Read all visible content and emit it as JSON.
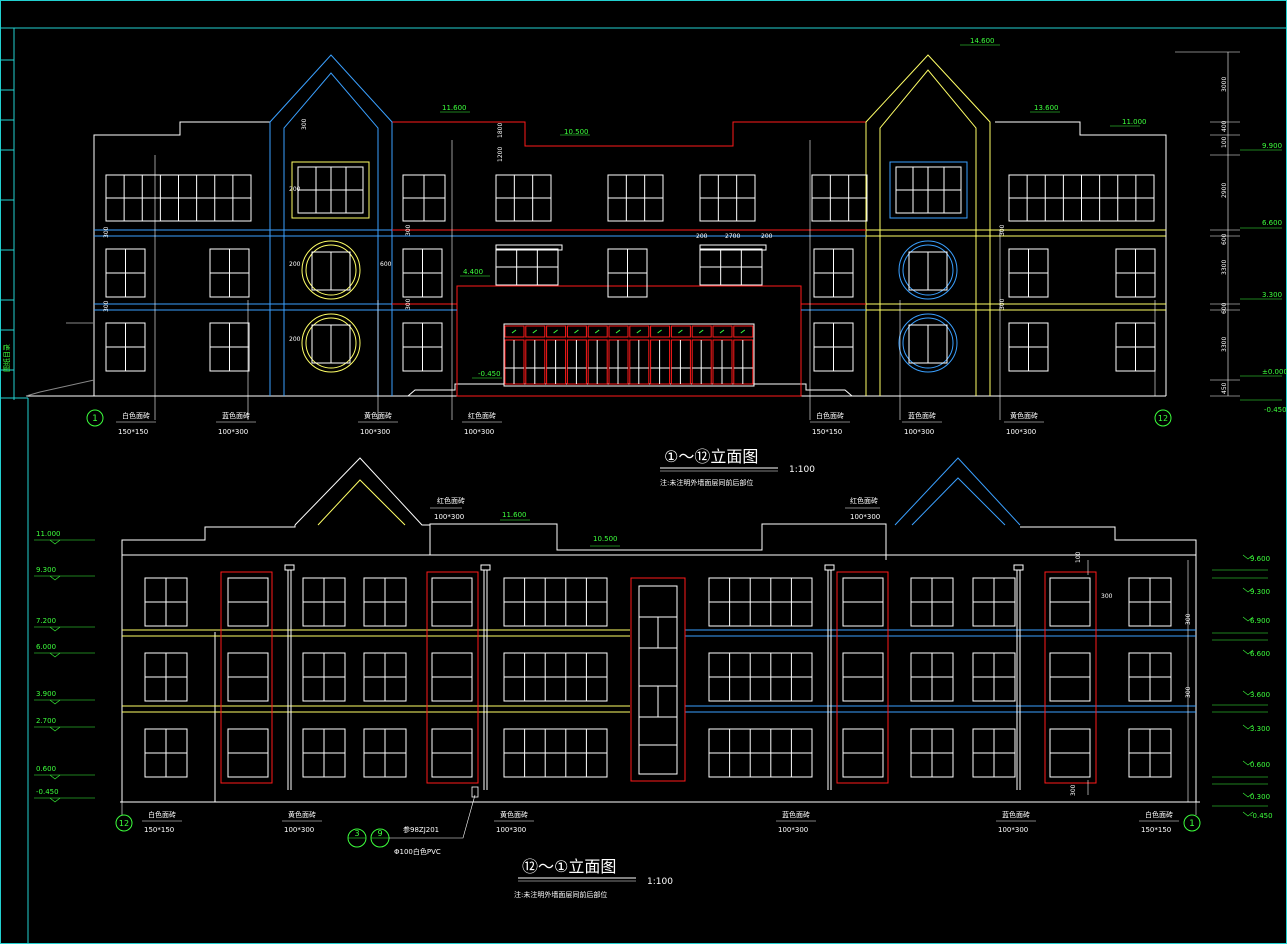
{
  "colors": {
    "background": "#000000",
    "outline": "#ffffff",
    "red": "#ff1a1a",
    "blue": "#3aa0ff",
    "yellow": "#ffff66",
    "green": "#33ff33",
    "cyan": "#22d0d0"
  },
  "side_tab": {
    "label": "图纸目录"
  },
  "top_elevation": {
    "title": "①～⑫立面图",
    "scale": "1:100",
    "note": "注:未注明外墙面层同前后部位",
    "axis_left": "1",
    "axis_right": "12",
    "levels": {
      "roof_peak": "14.600",
      "left_roof": "11.600",
      "mid_roof": "10.500",
      "right_high": "13.600",
      "right_roof": "11.000",
      "canopy": "4.400",
      "ground": "-0.450",
      "lvl2": "9.900",
      "lvl3": "6.600",
      "lvl4": "3.300",
      "lvl5": "±0.000",
      "lvl6": "-0.450"
    },
    "dims": {
      "d300": "300",
      "d200": "200",
      "d1800": "1800",
      "d1200": "1200",
      "d2700": "2700",
      "d600": "600",
      "d3000": "3000",
      "d400": "400",
      "d100": "100",
      "d2900": "2900",
      "d3300": "3300",
      "d450": "450"
    },
    "materials": [
      {
        "name": "白色面砖",
        "size": "150*150"
      },
      {
        "name": "蓝色面砖",
        "size": "100*300"
      },
      {
        "name": "黄色面砖",
        "size": "100*300"
      },
      {
        "name": "红色面砖",
        "size": "100*300"
      },
      {
        "name": "白色面砖",
        "size": "150*150"
      },
      {
        "name": "蓝色面砖",
        "size": "100*300"
      },
      {
        "name": "黄色面砖",
        "size": "100*300"
      }
    ]
  },
  "bottom_elevation": {
    "title": "⑫～①立面图",
    "scale": "1:100",
    "note": "注:未注明外墙面层同前后部位",
    "axis_left": "12",
    "axis_right": "1",
    "top_material_left": {
      "name": "红色面砖",
      "size": "100*300"
    },
    "top_material_right": {
      "name": "红色面砖",
      "size": "100*300"
    },
    "levels_left": [
      "11.000",
      "9.300",
      "7.200",
      "6.000",
      "3.900",
      "2.700",
      "0.600",
      "-0.450"
    ],
    "levels_right": [
      "9.600",
      "9.300",
      "6.900",
      "6.600",
      "3.600",
      "3.300",
      "0.600",
      "0.300",
      "-0.450"
    ],
    "roof_levels": {
      "a": "11.600",
      "b": "10.500"
    },
    "dims": {
      "d100": "100",
      "d300": "300"
    },
    "materials": [
      {
        "name": "白色面砖",
        "size": "150*150"
      },
      {
        "name": "黄色面砖",
        "size": "100*300"
      },
      {
        "name": "黄色面砖",
        "size": "100*300"
      },
      {
        "name": "蓝色面砖",
        "size": "100*300"
      },
      {
        "name": "蓝色面砖",
        "size": "100*300"
      },
      {
        "name": "白色面砖",
        "size": "150*150"
      }
    ],
    "detail": {
      "refs": [
        "3",
        "9"
      ],
      "ref_label": "参98ZJ201",
      "pipe_label": "Φ100白色PVC"
    }
  }
}
